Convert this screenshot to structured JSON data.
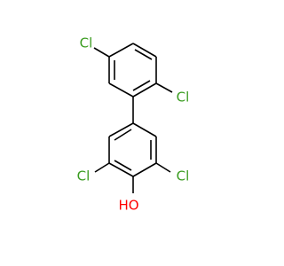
{
  "molecule": {
    "atoms": {
      "cl_ring_a_top": {
        "label": "Cl",
        "color": "#3a9c20"
      },
      "cl_ring_a_right": {
        "label": "Cl",
        "color": "#3a9c20"
      },
      "cl_ring_b_left": {
        "label": "Cl",
        "color": "#3a9c20"
      },
      "cl_ring_b_right": {
        "label": "Cl",
        "color": "#3a9c20"
      },
      "hydroxyl": {
        "label": "HO",
        "color": "#ff0000"
      }
    }
  }
}
